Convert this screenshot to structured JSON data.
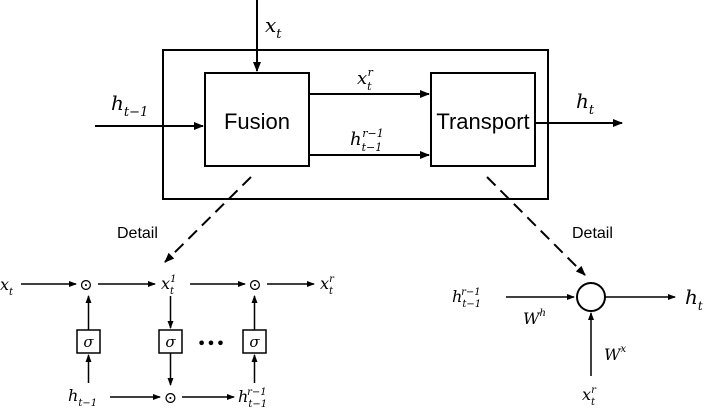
{
  "blocks": {
    "fusion": "Fusion",
    "transport": "Transport"
  },
  "detail_labels": {
    "left": "Detail",
    "right": "Detail"
  },
  "symbols": {
    "x": "x",
    "h": "h",
    "W": "W",
    "t": "t",
    "t_minus_1": "t−1",
    "r": "r",
    "r_minus_1": "r−1",
    "one": "1",
    "sigma": "σ",
    "odot": "⊙",
    "ellipsis": "•••"
  },
  "colors": {
    "stroke": "#000000",
    "background": "#ffffff"
  }
}
